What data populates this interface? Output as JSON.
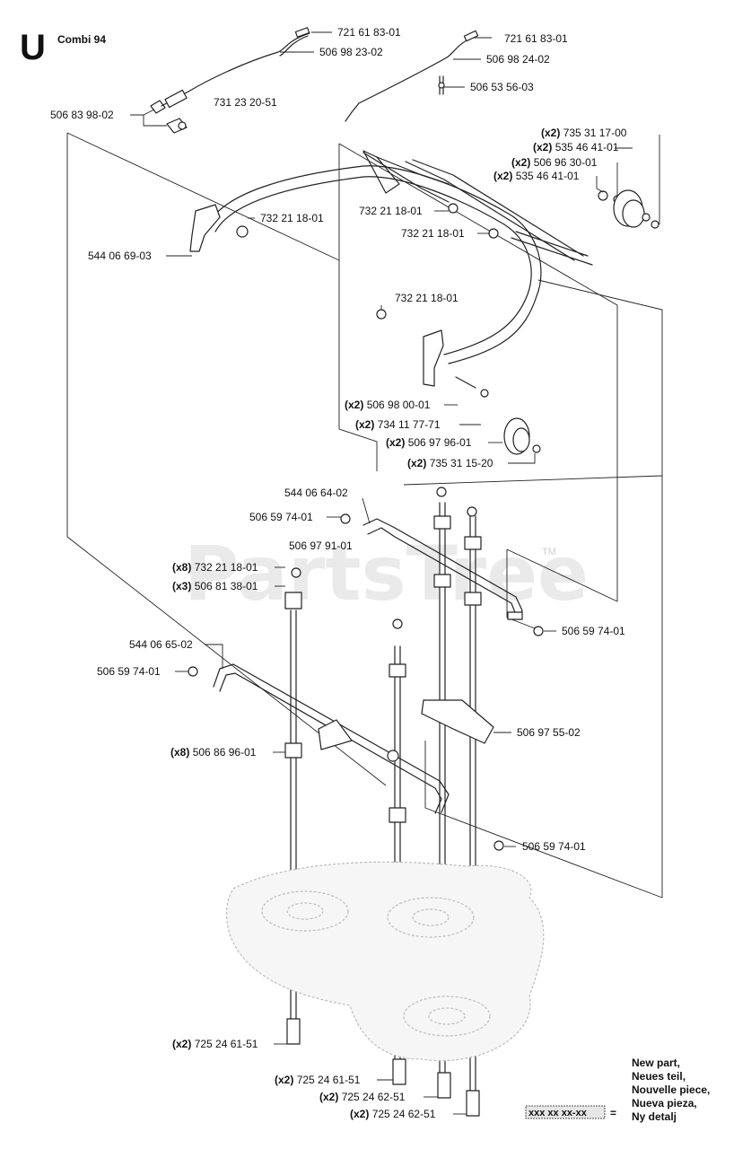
{
  "header": {
    "section_letter": "U",
    "model": "Combi 94"
  },
  "watermark": {
    "text": "PartsTree",
    "trademark": "TM"
  },
  "labels": [
    {
      "id": "l01",
      "qty": "",
      "part": "721 61 83-01"
    },
    {
      "id": "l02",
      "qty": "",
      "part": "506 98 23-02"
    },
    {
      "id": "l03",
      "qty": "",
      "part": "721 61 83-01"
    },
    {
      "id": "l04",
      "qty": "",
      "part": "506 98 24-02"
    },
    {
      "id": "l05",
      "qty": "",
      "part": "506 53 56-03"
    },
    {
      "id": "l06",
      "qty": "",
      "part": "731 23 20-51"
    },
    {
      "id": "l07",
      "qty": "",
      "part": "506 83 98-02"
    },
    {
      "id": "l08",
      "qty": "(x2)",
      "part": "735 31 17-00"
    },
    {
      "id": "l09",
      "qty": "(x2)",
      "part": "535 46 41-01"
    },
    {
      "id": "l10",
      "qty": "(x2)",
      "part": "506 96 30-01"
    },
    {
      "id": "l11",
      "qty": "(x2)",
      "part": "535 46 41-01"
    },
    {
      "id": "l12",
      "qty": "",
      "part": "732 21 18-01"
    },
    {
      "id": "l13",
      "qty": "",
      "part": "732 21 18-01"
    },
    {
      "id": "l14",
      "qty": "",
      "part": "732 21 18-01"
    },
    {
      "id": "l15",
      "qty": "",
      "part": "544 06 69-03"
    },
    {
      "id": "l16",
      "qty": "",
      "part": "732 21 18-01"
    },
    {
      "id": "l17",
      "qty": "(x2)",
      "part": "506 98 00-01"
    },
    {
      "id": "l18",
      "qty": "(x2)",
      "part": "734 11 77-71"
    },
    {
      "id": "l19",
      "qty": "(x2)",
      "part": "506 97 96-01"
    },
    {
      "id": "l20",
      "qty": "(x2)",
      "part": "735 31 15-20"
    },
    {
      "id": "l21",
      "qty": "",
      "part": "544 06 64-02"
    },
    {
      "id": "l22",
      "qty": "",
      "part": "506 59 74-01"
    },
    {
      "id": "l23",
      "qty": "",
      "part": "506 97 91-01"
    },
    {
      "id": "l24",
      "qty": "(x8)",
      "part": "732 21 18-01"
    },
    {
      "id": "l25",
      "qty": "(x3)",
      "part": "506 81 38-01"
    },
    {
      "id": "l26",
      "qty": "",
      "part": "506 59 74-01"
    },
    {
      "id": "l27",
      "qty": "",
      "part": "544 06 65-02"
    },
    {
      "id": "l28",
      "qty": "",
      "part": "506 59 74-01"
    },
    {
      "id": "l29",
      "qty": "",
      "part": "506 97 55-02"
    },
    {
      "id": "l30",
      "qty": "(x8)",
      "part": "506 86 96-01"
    },
    {
      "id": "l31",
      "qty": "",
      "part": "506 59 74-01"
    },
    {
      "id": "l32",
      "qty": "(x2)",
      "part": "725 24 61-51"
    },
    {
      "id": "l33",
      "qty": "(x2)",
      "part": "725 24 61-51"
    },
    {
      "id": "l34",
      "qty": "(x2)",
      "part": "725 24 62-51"
    },
    {
      "id": "l35",
      "qty": "(x2)",
      "part": "725 24 62-51"
    }
  ],
  "legend": {
    "placeholder": "xxx xx xx-xx",
    "equals": "=",
    "lines": [
      "New part,",
      "Neues teil,",
      "Nouvelle piece,",
      "Nueva pieza,",
      "Ny detalj"
    ]
  }
}
